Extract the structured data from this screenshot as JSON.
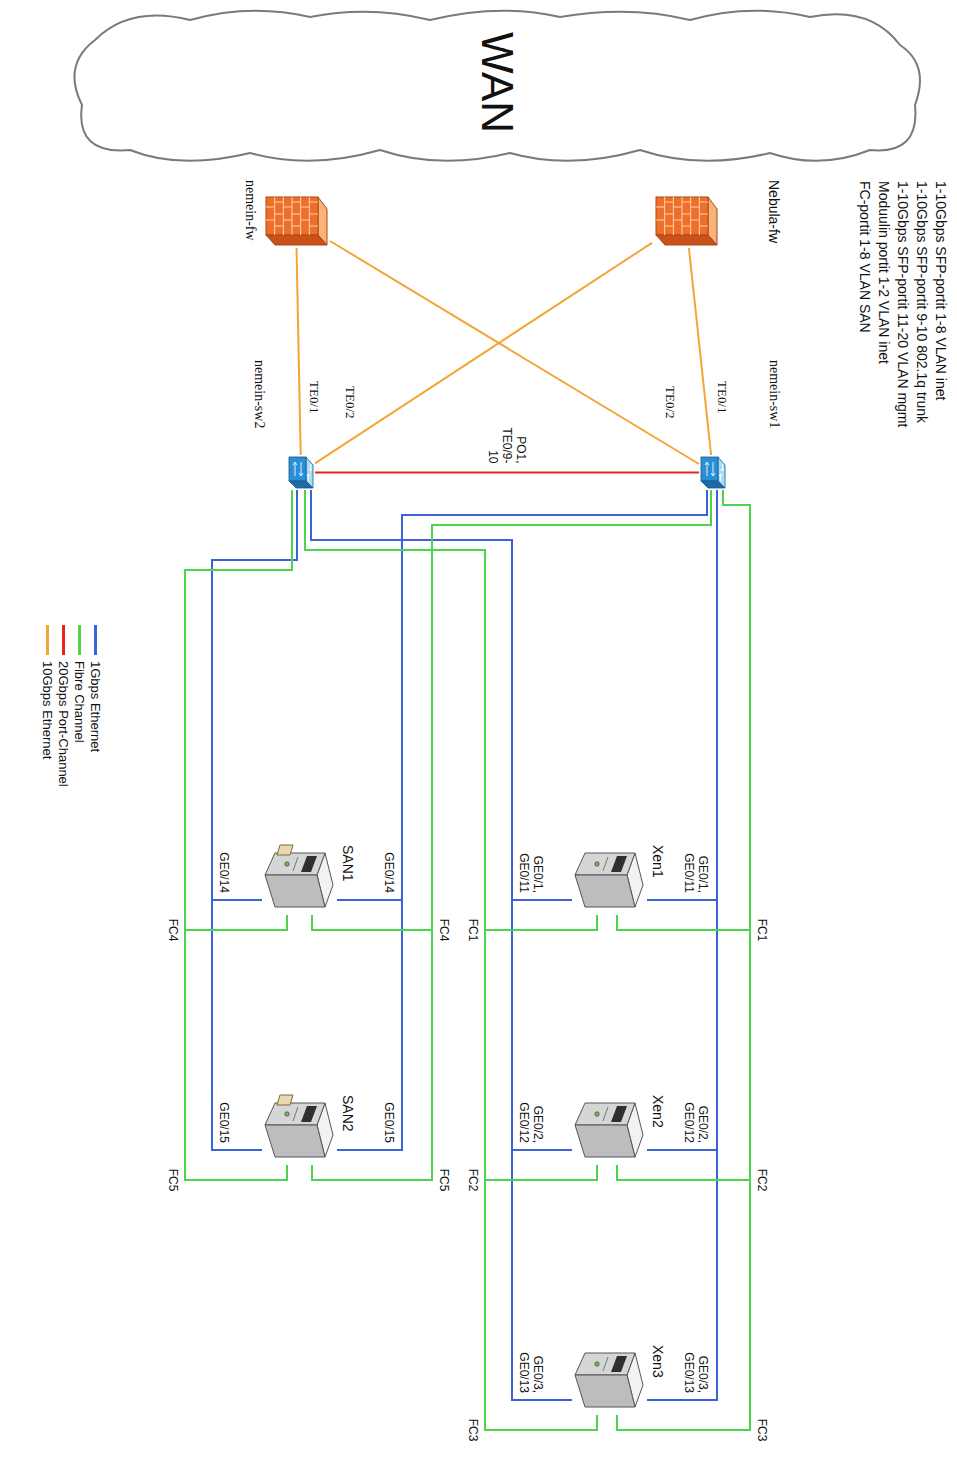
{
  "diagram": {
    "nodes": [
      {
        "text": [
          "WAN"
        ]
      },
      {
        "text": [
          "Nebula-fw"
        ]
      },
      {
        "text": [
          "nemein-fw"
        ]
      },
      {
        "text": [
          "nemein-sw1"
        ]
      },
      {
        "text": [
          "nemein-sw2"
        ]
      },
      {
        "text": [
          "Xen1"
        ]
      },
      {
        "text": [
          "Xen2"
        ]
      },
      {
        "text": [
          "Xen3"
        ]
      },
      {
        "text": [
          "SAN1"
        ]
      },
      {
        "text": [
          "SAN2"
        ]
      }
    ],
    "edges": [
      {
        "from": 1,
        "to": 3,
        "arrow": "none"
      },
      {
        "from": 1,
        "to": 4,
        "arrow": "none"
      },
      {
        "from": 2,
        "to": 3,
        "arrow": "none"
      },
      {
        "from": 2,
        "to": 4,
        "arrow": "none"
      },
      {
        "from": 3,
        "to": 4,
        "label": "PO1, TE0/9-10",
        "arrow": "none"
      },
      {
        "from": 3,
        "to": 5,
        "arrow": "none"
      },
      {
        "from": 3,
        "to": 6,
        "arrow": "none"
      },
      {
        "from": 3,
        "to": 7,
        "arrow": "none"
      },
      {
        "from": 3,
        "to": 8,
        "arrow": "none"
      },
      {
        "from": 3,
        "to": 9,
        "arrow": "none"
      },
      {
        "from": 4,
        "to": 5,
        "arrow": "none"
      },
      {
        "from": 4,
        "to": 6,
        "arrow": "none"
      },
      {
        "from": 4,
        "to": 7,
        "arrow": "none"
      },
      {
        "from": 4,
        "to": 8,
        "arrow": "none"
      },
      {
        "from": 4,
        "to": 9,
        "arrow": "none"
      },
      {
        "from": 3,
        "to": 5,
        "arrow": "none"
      },
      {
        "from": 3,
        "to": 6,
        "arrow": "none"
      },
      {
        "from": 3,
        "to": 7,
        "arrow": "none"
      },
      {
        "from": 3,
        "to": 8,
        "arrow": "none"
      },
      {
        "from": 3,
        "to": 9,
        "arrow": "none"
      },
      {
        "from": 4,
        "to": 5,
        "arrow": "none"
      },
      {
        "from": 4,
        "to": 6,
        "arrow": "none"
      },
      {
        "from": 4,
        "to": 7,
        "arrow": "none"
      },
      {
        "from": 4,
        "to": 8,
        "arrow": "none"
      },
      {
        "from": 4,
        "to": 9,
        "arrow": "none"
      }
    ],
    "labels": [
      "1-10Gbps SFP-portit 1-8 VLAN inet",
      "1-10Gbps SFP-portit 9-10 802.1q trunk",
      "1-10Gbps SFP-portit 11-20 VLAN mgmt",
      "Moduulin portit 1-2 VLAN inet",
      "FC-portit 1-8 VLAN SAN",
      "TE0/1",
      "TE0/2",
      "TE0/1",
      "TE0/2",
      "GE0/1, GE0/11",
      "GE0/1, GE0/11",
      "GE0/2, GE0/12",
      "GE0/2, GE0/12",
      "GE0/3, GE0/13",
      "GE0/3, GE0/13",
      "GE0/14",
      "GE0/14",
      "GE0/15",
      "GE0/15",
      "FC1",
      "FC1",
      "FC2",
      "FC2",
      "FC3",
      "FC3",
      "FC4",
      "FC4",
      "FC5",
      "FC5"
    ],
    "legend": [
      {
        "text": "1Gbps Ethernet",
        "color": "#3b63d6"
      },
      {
        "text": "Fibre Channel",
        "color": "#4cd44c"
      },
      {
        "text": "20Gbps Port-Channel",
        "color": "#e8241c"
      },
      {
        "text": "10Gbps Ethernet",
        "color": "#f4a53a"
      }
    ]
  }
}
